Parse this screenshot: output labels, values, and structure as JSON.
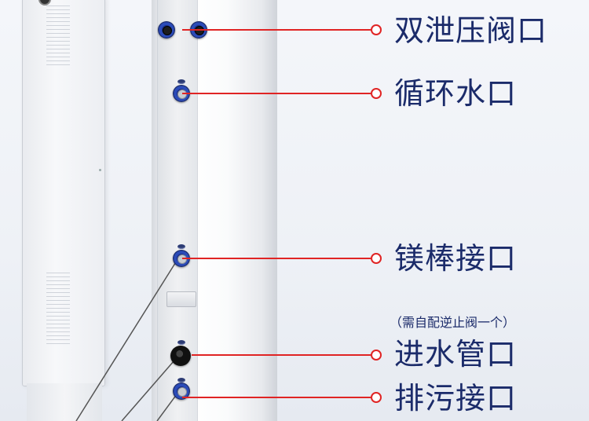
{
  "callouts": [
    {
      "label": "双泄压阀口",
      "note": ""
    },
    {
      "label": "循环水口",
      "note": ""
    },
    {
      "label": "镁棒接口",
      "note": ""
    },
    {
      "label": "进水管口",
      "note": "（需自配逆止阀一个）"
    },
    {
      "label": "排污接口",
      "note": ""
    }
  ],
  "colors": {
    "leader_line": "#e02424",
    "label_text": "#1b2b6a",
    "fitting_blue": "#2b4bb8",
    "background": "#f0f2f6"
  }
}
